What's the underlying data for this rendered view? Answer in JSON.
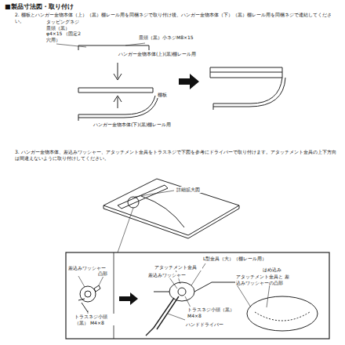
{
  "diagram": {
    "title": "■製品寸法図・取り付け",
    "labels": [
      "2. 棚板とハンガー金物本体（上）（黒）棚レール用を同梱ネジで取り付け後、ハンガー金物本体（下）（黒）棚レール用を同梱ネジで連結してください。",
      "タッピングネジ 皿頭（黒） φ4×15 （固定2穴用）",
      "皿頭（黒）小ネジM8×15",
      "ハンガー金物本体(上)(黒)棚レール用",
      "棚板",
      "ハンガー金物本体(下)(黒)棚レール用",
      "3. ハンガー金物本体、差込みワッシャー、アタッチメント金具をトラスネジで下図を参考にドライバーで取り付けます。アタッチメント金具の上下方向は間違えないように取り付けしてください。",
      "詳細拡大図",
      "差込みワッシャー",
      "凸部",
      "トラスネジ小頭（黒） M4×8",
      "L型金具（大）（棚レール用）",
      "アタッチメント金具",
      "差込みワッシャー",
      "トラスネジ小頭（黒） M4×8",
      "ハンドドライバー",
      "はめ込み",
      "アタッチメント金具と 差込みワッシャーの凸部"
    ]
  }
}
